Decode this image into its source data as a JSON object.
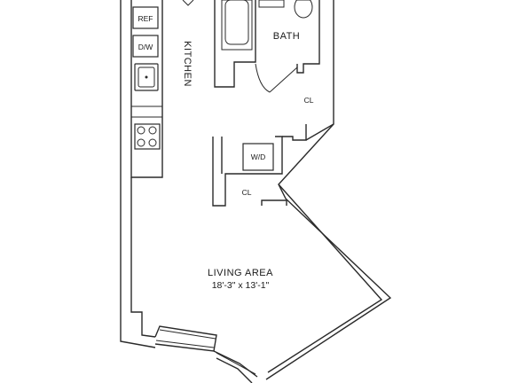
{
  "rooms": {
    "kitchen": "KITCHEN",
    "bath": "BATH",
    "closet_upper": "CL",
    "closet_lower": "CL",
    "living_area": "LIVING AREA",
    "living_dims": "18'-3\" x 13'-1\""
  },
  "fixtures": {
    "refrigerator": "REF",
    "dishwasher": "D/W",
    "washer_dryer": "W/D"
  },
  "colors": {
    "line": "#2a2a2a",
    "background": "#ffffff"
  }
}
